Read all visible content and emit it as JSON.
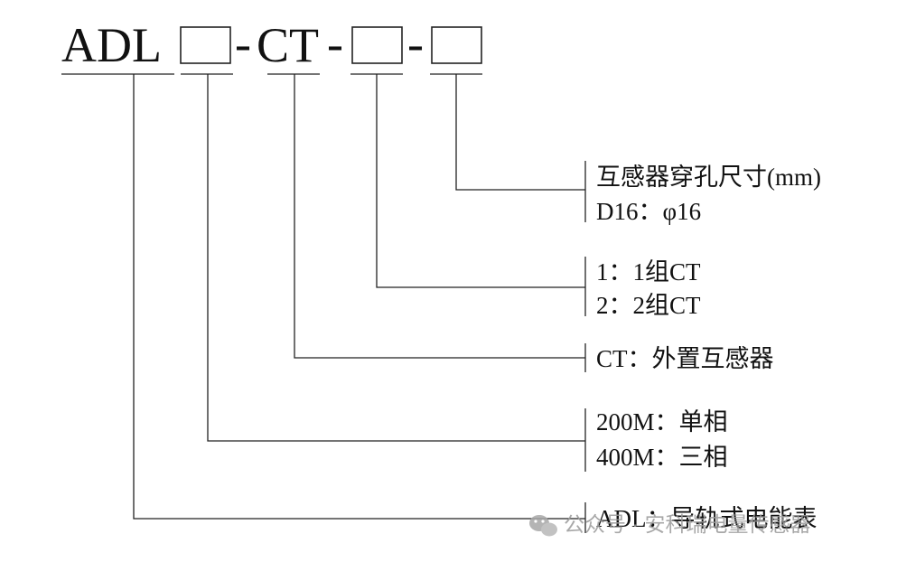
{
  "model": {
    "prefix": "ADL",
    "sep1": "-",
    "ct": "CT",
    "sep2": "-",
    "sep3": "-"
  },
  "legend": {
    "group1": {
      "line1": "互感器穿孔尺寸(mm)",
      "line2": "D16：φ16"
    },
    "group2": {
      "line1": "1：1组CT",
      "line2": "2：2组CT"
    },
    "group3": {
      "line1": "CT：外置互感器"
    },
    "group4": {
      "line1": "200M：单相",
      "line2": "400M：三相"
    },
    "group5": {
      "line1": "ADL：导轨式电能表"
    }
  },
  "watermark": {
    "icon": "wechat-icon",
    "text": "公众号 · 安科瑞电量传感器"
  }
}
